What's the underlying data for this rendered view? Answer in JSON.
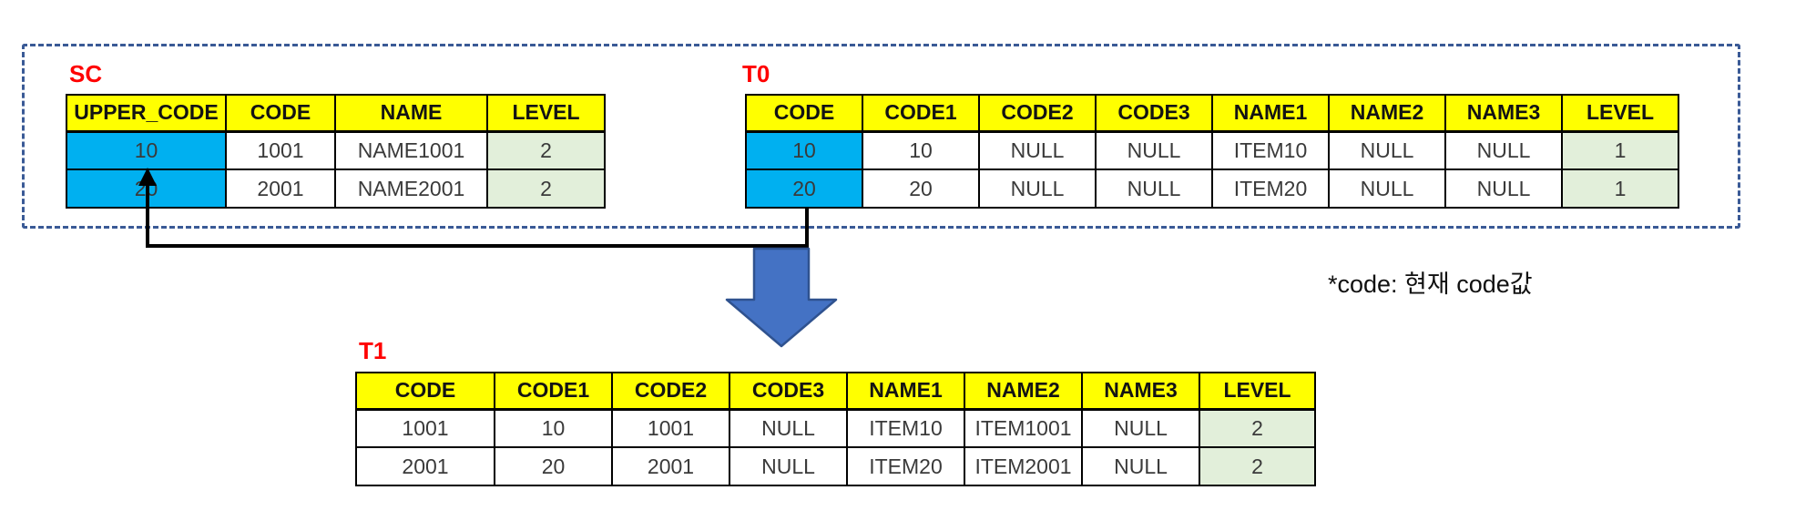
{
  "colors": {
    "header_bg": "#FFFF00",
    "key_cell_bg": "#00B0F0",
    "level_cell_bg": "#E2EFDA",
    "table_label": "#FF0000",
    "dashed_box": "#3A5A96",
    "big_arrow_fill": "#4472C4",
    "big_arrow_stroke": "#2F528F",
    "connector": "#000000"
  },
  "tables": {
    "sc": {
      "label": "SC",
      "headers": [
        "UPPER_CODE",
        "CODE",
        "NAME",
        "LEVEL"
      ],
      "rows": [
        [
          {
            "t": "10",
            "s": "key"
          },
          {
            "t": "1001",
            "s": "plain"
          },
          {
            "t": "NAME1001",
            "s": "plain"
          },
          {
            "t": "2",
            "s": "level"
          }
        ],
        [
          {
            "t": "20",
            "s": "key"
          },
          {
            "t": "2001",
            "s": "plain"
          },
          {
            "t": "NAME2001",
            "s": "plain"
          },
          {
            "t": "2",
            "s": "level"
          }
        ]
      ]
    },
    "t0": {
      "label": "T0",
      "headers": [
        "CODE",
        "CODE1",
        "CODE2",
        "CODE3",
        "NAME1",
        "NAME2",
        "NAME3",
        "LEVEL"
      ],
      "rows": [
        [
          {
            "t": "10",
            "s": "key"
          },
          {
            "t": "10",
            "s": "plain"
          },
          {
            "t": "NULL",
            "s": "plain"
          },
          {
            "t": "NULL",
            "s": "plain"
          },
          {
            "t": "ITEM10",
            "s": "plain"
          },
          {
            "t": "NULL",
            "s": "plain"
          },
          {
            "t": "NULL",
            "s": "plain"
          },
          {
            "t": "1",
            "s": "level"
          }
        ],
        [
          {
            "t": "20",
            "s": "key"
          },
          {
            "t": "20",
            "s": "plain"
          },
          {
            "t": "NULL",
            "s": "plain"
          },
          {
            "t": "NULL",
            "s": "plain"
          },
          {
            "t": "ITEM20",
            "s": "plain"
          },
          {
            "t": "NULL",
            "s": "plain"
          },
          {
            "t": "NULL",
            "s": "plain"
          },
          {
            "t": "1",
            "s": "level"
          }
        ]
      ]
    },
    "t1": {
      "label": "T1",
      "headers": [
        "CODE",
        "CODE1",
        "CODE2",
        "CODE3",
        "NAME1",
        "NAME2",
        "NAME3",
        "LEVEL"
      ],
      "rows": [
        [
          {
            "t": "1001",
            "s": "plain"
          },
          {
            "t": "10",
            "s": "plain"
          },
          {
            "t": "1001",
            "s": "plain"
          },
          {
            "t": "NULL",
            "s": "plain"
          },
          {
            "t": "ITEM10",
            "s": "plain"
          },
          {
            "t": "ITEM1001",
            "s": "plain"
          },
          {
            "t": "NULL",
            "s": "plain"
          },
          {
            "t": "2",
            "s": "level"
          }
        ],
        [
          {
            "t": "2001",
            "s": "plain"
          },
          {
            "t": "20",
            "s": "plain"
          },
          {
            "t": "2001",
            "s": "plain"
          },
          {
            "t": "NULL",
            "s": "plain"
          },
          {
            "t": "ITEM20",
            "s": "plain"
          },
          {
            "t": "ITEM2001",
            "s": "plain"
          },
          {
            "t": "NULL",
            "s": "plain"
          },
          {
            "t": "2",
            "s": "level"
          }
        ]
      ]
    }
  },
  "note": {
    "text": "*code: 현재 code값"
  },
  "icons": {
    "big_down_arrow": "big-down-arrow",
    "connector_arrow": "flow-connector-arrow"
  }
}
